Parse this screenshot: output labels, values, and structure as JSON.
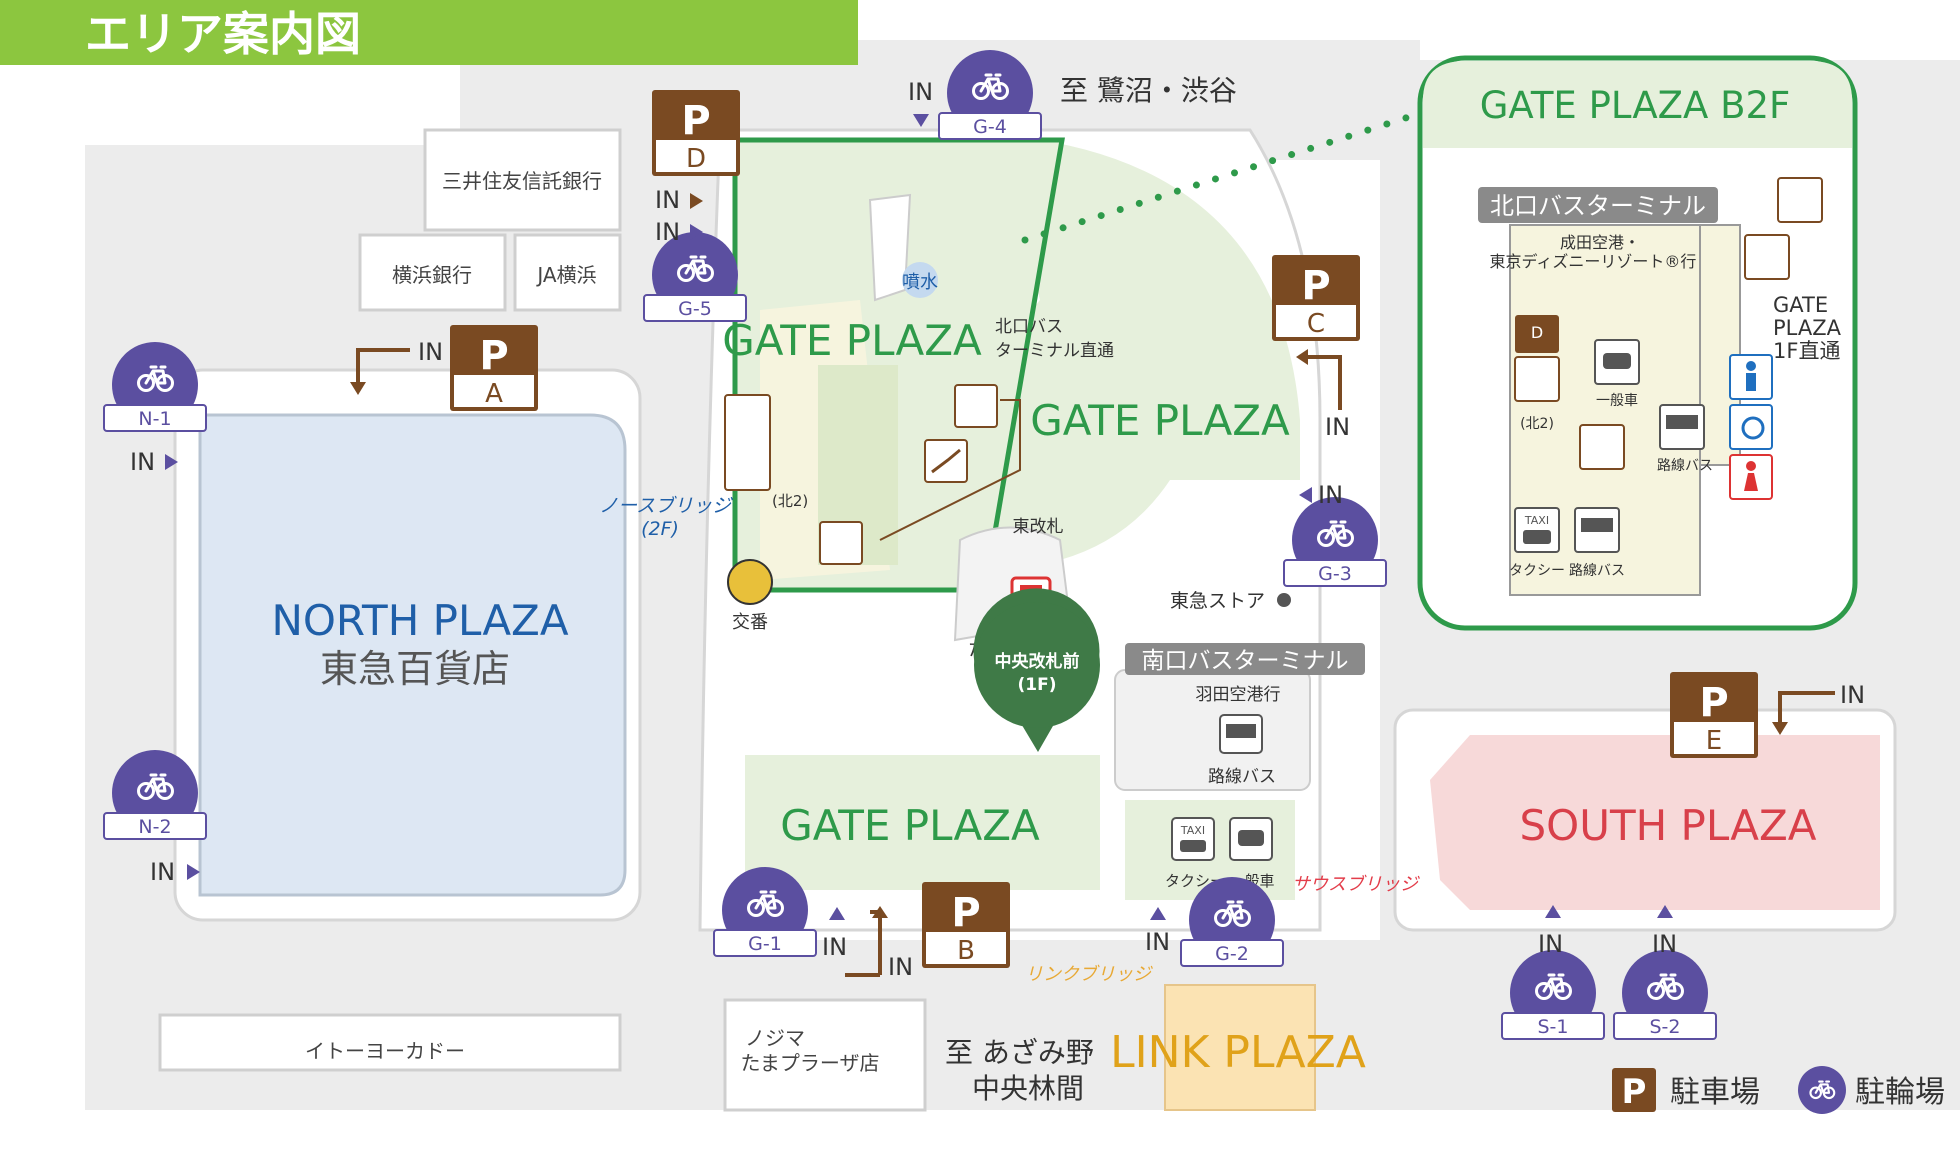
{
  "header": {
    "title": "エリア案内図",
    "bg_color": "#8cc63f"
  },
  "colors": {
    "parking_brown": "#7a4a22",
    "bike_purple": "#5b4fa0",
    "gate_green": "#2e9a4a",
    "north_blue": "#1f5fa8",
    "north_fill": "#dde7f3",
    "gate_fill": "#e6f0dc",
    "south_fill": "#f7d9d9",
    "south_text": "#d8404a",
    "link_fill": "#fbe3b3",
    "link_text": "#e0a21a",
    "red_text": "#e33d4a",
    "pin_green": "#3f7a47"
  },
  "areas": {
    "north": {
      "name": "NORTH PLAZA",
      "sub": "東急百貨店"
    },
    "gate_1": "GATE PLAZA",
    "gate_2": "GATE PLAZA",
    "gate_3": "GATE PLAZA",
    "south": "SOUTH PLAZA",
    "link": "LINK PLAZA"
  },
  "buildings": [
    "三井住友信託銀行",
    "横浜銀行",
    "JA横浜",
    "イトーヨーカドー",
    "ノジマ",
    "たまプラーザ店"
  ],
  "parking": [
    {
      "id": "A",
      "label": "A"
    },
    {
      "id": "B",
      "label": "B"
    },
    {
      "id": "C",
      "label": "C"
    },
    {
      "id": "D",
      "label": "D"
    },
    {
      "id": "E",
      "label": "E"
    }
  ],
  "parking_mark": "P",
  "bike_lots": [
    "N-1",
    "N-2",
    "G-1",
    "G-2",
    "G-3",
    "G-4",
    "G-5",
    "S-1",
    "S-2"
  ],
  "entrance_label": "IN",
  "directions": {
    "north_dest": "至 鷺沼・渋谷",
    "south_dest_1": "至 あざみ野",
    "south_dest_2": "中央林間"
  },
  "bridges": {
    "north_1": "ノースブリッジ",
    "north_2": "(2F)",
    "south": "サウスブリッジ",
    "link": "リンクブリッジ"
  },
  "labels": {
    "fountain": "噴水",
    "koban": "交番",
    "east_gate": "東改札",
    "tokyu_store": "東急ストア",
    "north_bus_direct_1": "北口バス",
    "north_bus_direct_2": "ターミナル直通",
    "elevator_note": "(北2)",
    "south_bus_terminal": "南口バスターミナル",
    "haneda": "羽田空港行",
    "route_bus": "路線バス",
    "taxi": "タクシー",
    "general_car": "一般車",
    "taxi_sign": "TAXI",
    "partial_char": "た"
  },
  "pin": {
    "line1": "中央改札前",
    "line2": "(1F)"
  },
  "inset": {
    "title": "GATE PLAZA B2F",
    "terminal": "北口バスターミナル",
    "narita_1": "成田空港・",
    "narita_2": "東京ディズニーリゾート®行",
    "direct_1": "GATE",
    "direct_2": "PLAZA",
    "direct_3": "1F直通",
    "general_car": "一般車",
    "elevator_note": "(北2)",
    "route_bus": "路線バス",
    "taxi": "タクシー",
    "route_bus_2": "路線バス",
    "taxi_sign": "TAXI",
    "parking_d": "D"
  },
  "legend": {
    "parking": "駐車場",
    "bike": "駐輪場"
  }
}
